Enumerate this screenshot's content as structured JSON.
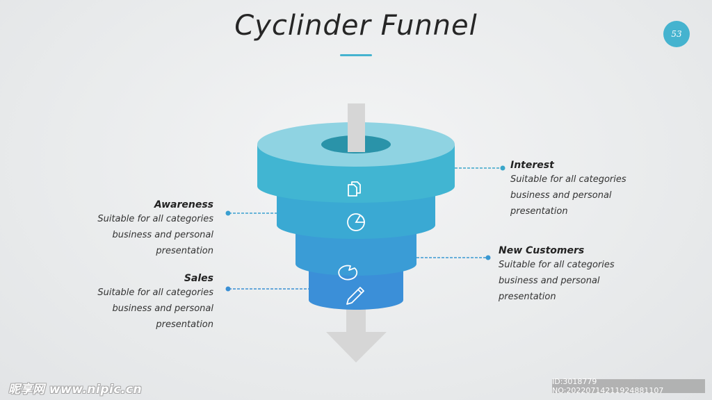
{
  "slide": {
    "title": "Cyclinder Funnel",
    "page_number": "53"
  },
  "colors": {
    "accent": "#45b3cf",
    "tier1_top": "#8fd3e2",
    "tier1_side": "#41b5d2",
    "tier2_side": "#3aa9d3",
    "tier3_side": "#3a9cd6",
    "tier4_side": "#3b8fd8",
    "arrow": "#d6d6d6"
  },
  "funnel": {
    "tiers": [
      {
        "icon": "documents-icon"
      },
      {
        "icon": "pie-chart-icon"
      },
      {
        "icon": "speech-bubble-icon"
      },
      {
        "icon": "pencil-icon"
      }
    ]
  },
  "labels": {
    "interest": {
      "title": "Interest",
      "line1": "Suitable for all categories",
      "line2": "business and personal",
      "line3": "presentation"
    },
    "awareness": {
      "title": "Awareness",
      "line1": "Suitable for all categories",
      "line2": "business and personal",
      "line3": "presentation"
    },
    "new_customers": {
      "title": "New Customers",
      "line1": "Suitable for all categories",
      "line2": "business and personal",
      "line3": "presentation"
    },
    "sales": {
      "title": "Sales",
      "line1": "Suitable for all categories",
      "line2": "business and personal",
      "line3": "presentation"
    }
  },
  "watermark": {
    "site": "昵享网 www.nipic.cn",
    "id_text": "ID:3018779 NO:20220714211924881107"
  }
}
